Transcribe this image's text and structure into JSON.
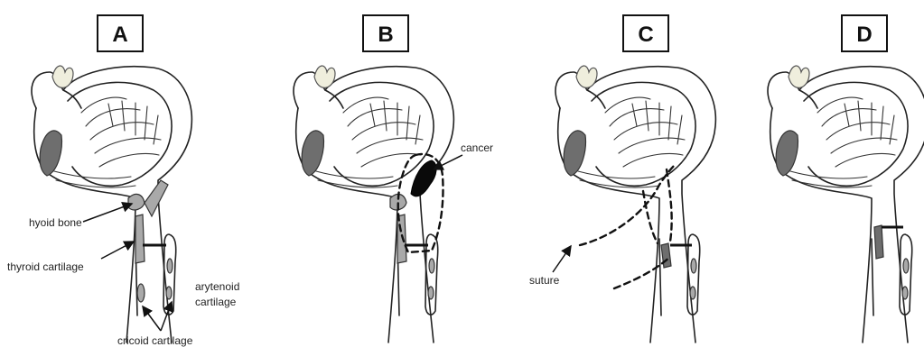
{
  "panels": [
    {
      "letter": "A"
    },
    {
      "letter": "B"
    },
    {
      "letter": "C"
    },
    {
      "letter": "D"
    }
  ],
  "labels": {
    "hyoid_bone": "hyoid bone",
    "thyroid_cartilage": "thyroid cartilage",
    "cricoid_cartilage": "cricoid cartilage",
    "arytenoid_cartilage_line1": "arytenoid",
    "arytenoid_cartilage_line2": "cartilage",
    "cancer": "cancer",
    "suture": "suture"
  }
}
